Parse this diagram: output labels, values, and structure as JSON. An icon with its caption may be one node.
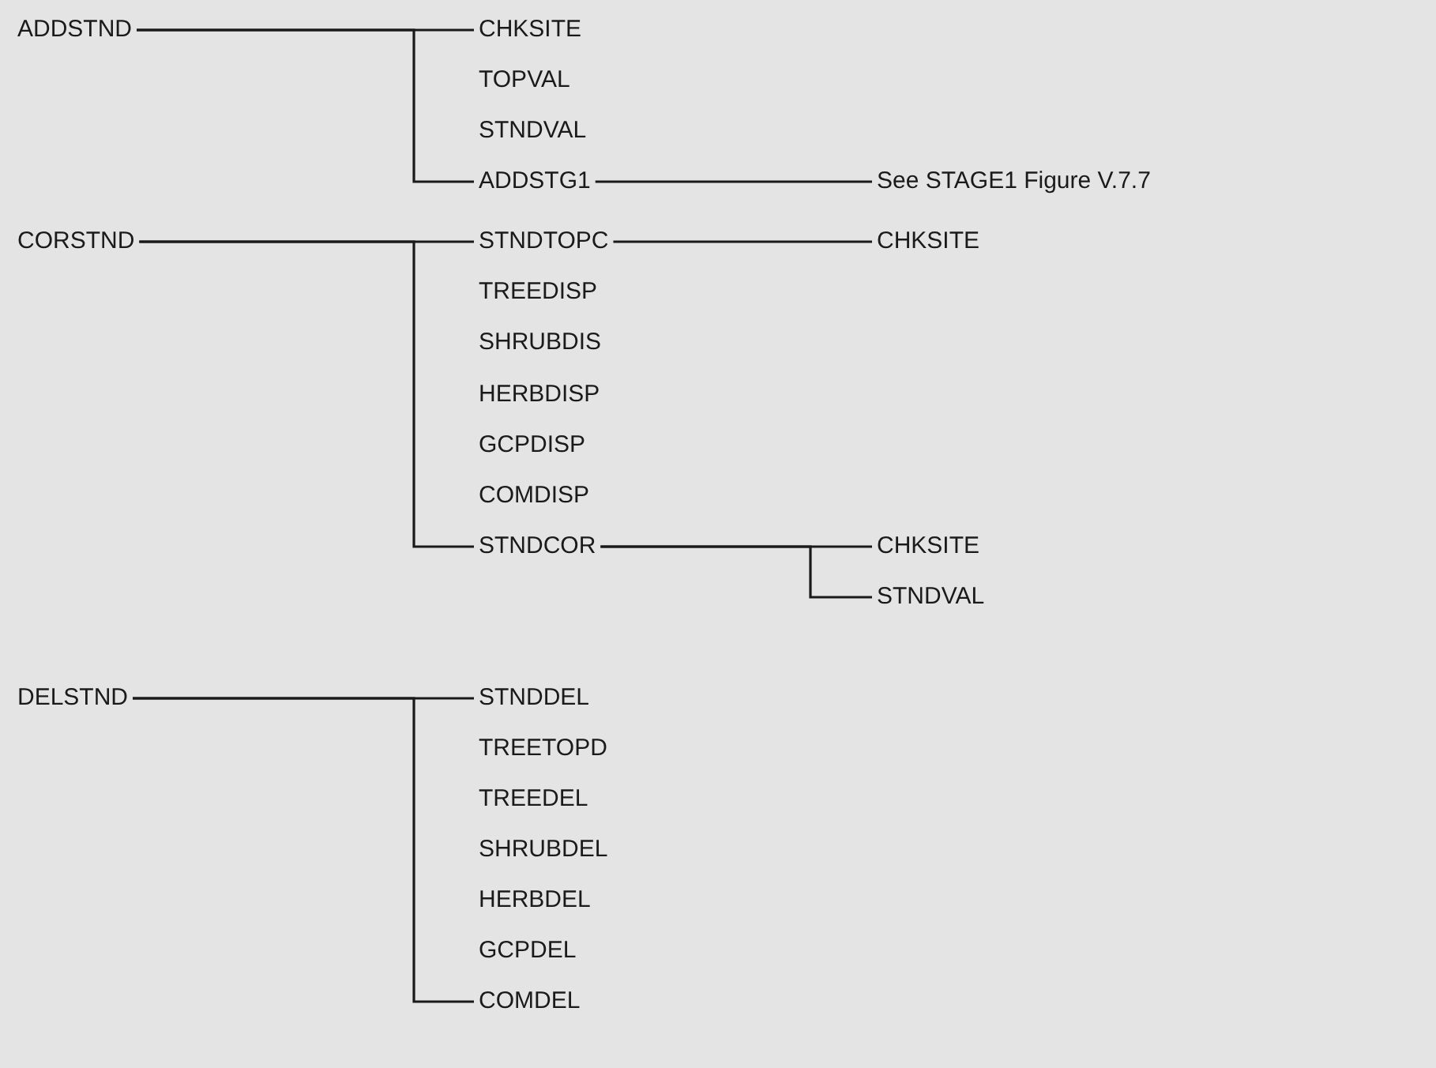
{
  "diagram": {
    "nodes": [
      {
        "text": [
          "ADDSTND"
        ]
      },
      {
        "text": [
          "CHKSITE"
        ]
      },
      {
        "text": [
          "TOPVAL"
        ]
      },
      {
        "text": [
          "STNDVAL"
        ]
      },
      {
        "text": [
          "ADDSTG1"
        ]
      },
      {
        "text": [
          "See STAGE1 Figure V.7.7"
        ]
      },
      {
        "text": [
          "CORSTND"
        ]
      },
      {
        "text": [
          "STNDTOPC"
        ]
      },
      {
        "text": [
          "CHKSITE"
        ]
      },
      {
        "text": [
          "TREEDISP"
        ]
      },
      {
        "text": [
          "SHRUBDIS"
        ]
      },
      {
        "text": [
          "HERBDISP"
        ]
      },
      {
        "text": [
          "GCPDISP"
        ]
      },
      {
        "text": [
          "COMDISP"
        ]
      },
      {
        "text": [
          "STNDCOR"
        ]
      },
      {
        "text": [
          "CHKSITE"
        ]
      },
      {
        "text": [
          "STNDVAL"
        ]
      },
      {
        "text": [
          "DELSTND"
        ]
      },
      {
        "text": [
          "STNDDEL"
        ]
      },
      {
        "text": [
          "TREETOPD"
        ]
      },
      {
        "text": [
          "TREEDEL"
        ]
      },
      {
        "text": [
          "SHRUBDEL"
        ]
      },
      {
        "text": [
          "HERBDEL"
        ]
      },
      {
        "text": [
          "GCPDEL"
        ]
      },
      {
        "text": [
          "COMDEL"
        ]
      }
    ],
    "edges": [
      {
        "from": 0,
        "to": 1,
        "arrow": "none"
      },
      {
        "from": 0,
        "to": 4,
        "arrow": "none"
      },
      {
        "from": 4,
        "to": 5,
        "arrow": "none"
      },
      {
        "from": 6,
        "to": 7,
        "arrow": "none"
      },
      {
        "from": 6,
        "to": 14,
        "arrow": "none"
      },
      {
        "from": 7,
        "to": 8,
        "arrow": "none"
      },
      {
        "from": 14,
        "to": 15,
        "arrow": "none"
      },
      {
        "from": 14,
        "to": 16,
        "arrow": "none"
      },
      {
        "from": 17,
        "to": 18,
        "arrow": "none"
      },
      {
        "from": 17,
        "to": 24,
        "arrow": "none"
      }
    ]
  }
}
